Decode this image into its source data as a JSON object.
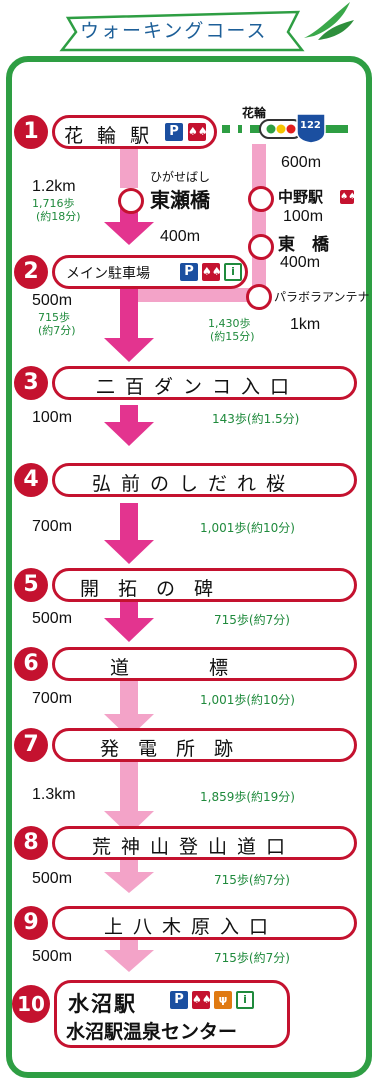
{
  "title": "ウォーキングコース",
  "map": {
    "top_label": "花輪",
    "route_number": "122"
  },
  "stops": [
    {
      "num": "1",
      "name": "花 輪 駅"
    },
    {
      "num": "2",
      "name": "メイン駐車場"
    },
    {
      "num": "3",
      "name": "二百ダンコ入口"
    },
    {
      "num": "4",
      "name": "弘前のしだれ桜"
    },
    {
      "num": "5",
      "name": "開　拓　の　碑"
    },
    {
      "num": "6",
      "name": "道　　標"
    },
    {
      "num": "7",
      "name": "発　電　所　跡"
    },
    {
      "num": "8",
      "name": "荒神山登山道口"
    },
    {
      "num": "9",
      "name": "上八木原入口"
    },
    {
      "num": "10",
      "name": "水沼駅",
      "name2": "水沼駅温泉センター"
    }
  ],
  "left_route": {
    "segment_1_2": {
      "dist": "1.2km",
      "steps": "1,716歩",
      "time": "(約18分)"
    },
    "higashise_reading": "ひがせばし",
    "higashise_name": "東瀬橋",
    "higashise_to_2": "400m",
    "segment_2_3": {
      "dist": "500m",
      "steps": "715歩",
      "time": "(約7分)"
    }
  },
  "right_route": {
    "hanawa_to_nakano": "600m",
    "nakano_name": "中野駅",
    "nakano_to_higashi": "100m",
    "higashi_name": "東　橋",
    "higashi_to_parabora": "400m",
    "parabora_name": "パラボラアンテナ",
    "parabora_steps": "1,430歩",
    "parabora_time": "(約15分)",
    "parabora_to_3": "1km"
  },
  "segments": [
    {
      "dist": "100m",
      "steps": "143歩(約1.5分)"
    },
    {
      "dist": "700m",
      "steps": "1,001歩(約10分)"
    },
    {
      "dist": "500m",
      "steps": "715歩(約7分)"
    },
    {
      "dist": "700m",
      "steps": "1,001歩(約10分)"
    },
    {
      "dist": "1.3km",
      "steps": "1,859歩(約19分)"
    },
    {
      "dist": "500m",
      "steps": "715歩(約7分)"
    },
    {
      "dist": "500m",
      "steps": "715歩(約7分)"
    }
  ],
  "icons": {
    "parking": "P",
    "toilet": "♠♠",
    "info": "i",
    "food": "ψ"
  },
  "colors": {
    "frame": "#2e9e43",
    "box_border": "#c4122f",
    "arrow_dark": "#e3348f",
    "arrow_light": "#f3a3c8",
    "steps_text": "#1f8a3c"
  }
}
